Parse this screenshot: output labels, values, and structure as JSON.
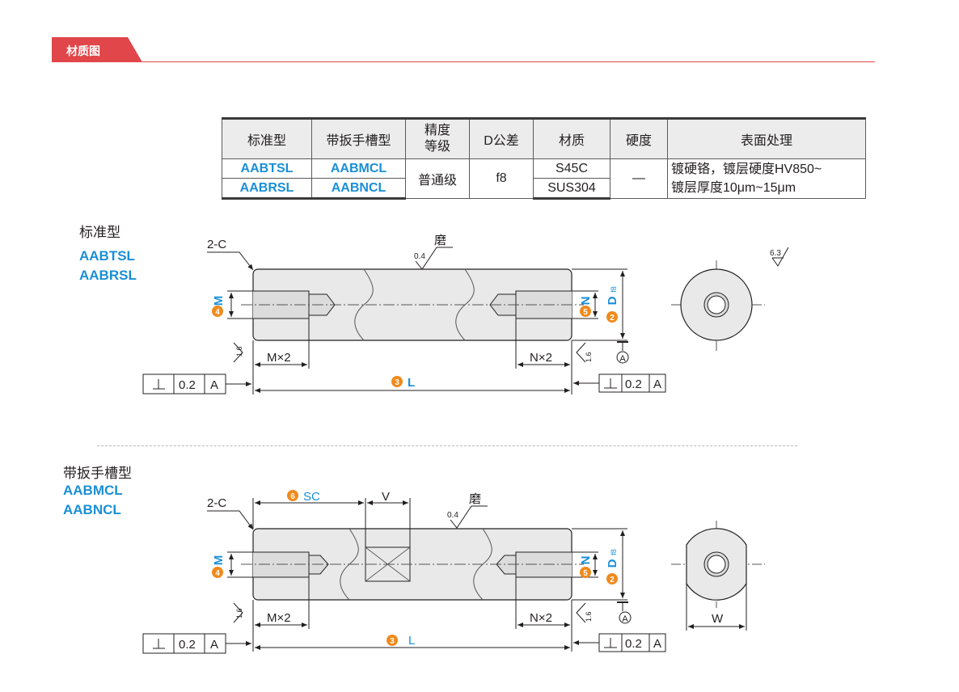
{
  "header": {
    "title": "材质图"
  },
  "table": {
    "headers": [
      "标准型",
      "带扳手槽型",
      "精度\n等级",
      "D公差",
      "材质",
      "硬度",
      "表面处理"
    ],
    "rows": [
      {
        "standard": "AABTSL",
        "wrench": "AABMCL",
        "material": "S45C"
      },
      {
        "standard": "AABRSL",
        "wrench": "AABNCL",
        "material": "SUS304"
      }
    ],
    "precision": "普通级",
    "tolerance": "f8",
    "hardness": "—",
    "surface_line1": "镀硬铬，镀层硬度HV850~",
    "surface_line2": "镀层厚度10μm~15μm"
  },
  "section1": {
    "title": "标准型",
    "codes": [
      "AABTSL",
      "AABRSL"
    ]
  },
  "section2": {
    "title": "带扳手槽型",
    "codes": [
      "AABMCL",
      "AABNCL"
    ]
  },
  "drawing": {
    "chamfer": "2-C",
    "grind": "磨",
    "roughness_04": "0.4",
    "roughness_63": "6.3",
    "roughness_16": "1.6",
    "m_thread": "M×2",
    "n_thread": "N×2",
    "tol_value": "0.2",
    "datum": "A",
    "dim_L": "L",
    "dim_M": "M",
    "dim_N": "N",
    "dim_D": "D",
    "dim_D_sub": "f8",
    "dim_SC": "SC",
    "dim_V": "V",
    "dim_W": "W",
    "circle_numbers": [
      "2",
      "3",
      "4",
      "5",
      "6"
    ]
  },
  "colors": {
    "accent_red": "#e0464a",
    "code_blue": "#1a8fd6",
    "callout_orange": "#f08a1c"
  }
}
